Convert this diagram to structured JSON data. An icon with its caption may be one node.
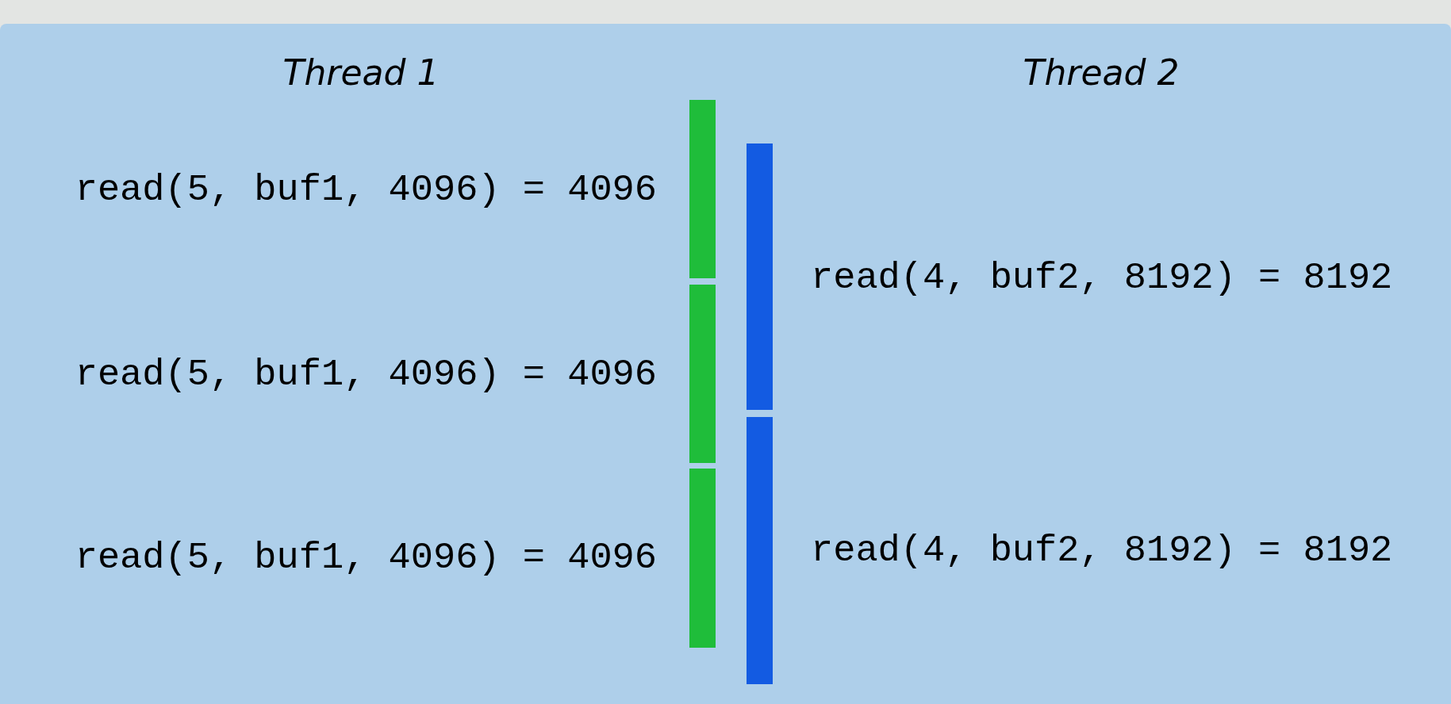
{
  "diagram": {
    "nodes": [
      {
        "text": [],
        "shape": "bar",
        "beside": [
          "read(5, buf1, 4096) = 4096"
        ]
      },
      {
        "text": [],
        "shape": "bar",
        "beside": [
          "read(5, buf1, 4096) = 4096"
        ]
      },
      {
        "text": [],
        "shape": "bar",
        "beside": [
          "read(5, buf1, 4096) = 4096"
        ]
      },
      {
        "text": [],
        "shape": "bar",
        "beside": [
          "read(4, buf2, 8192) = 8192"
        ]
      },
      {
        "text": [],
        "shape": "bar",
        "beside": [
          "read(4, buf2, 8192) = 8192"
        ]
      }
    ],
    "edges": [],
    "labels": [
      "Thread 1",
      "Thread 2"
    ]
  }
}
